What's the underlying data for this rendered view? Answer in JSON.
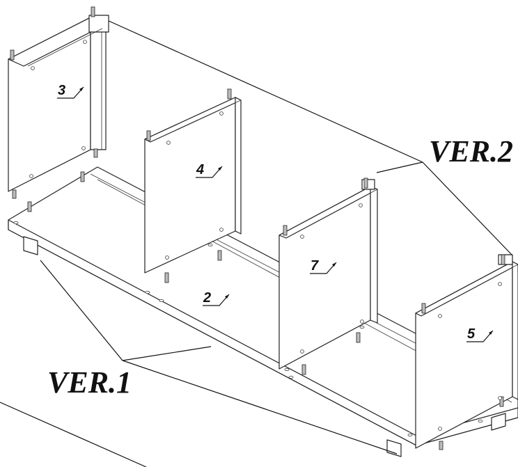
{
  "labels": {
    "part_3": "3",
    "part_4": "4",
    "part_7": "7",
    "part_2": "2",
    "part_5": "5",
    "version_1": "VER.1",
    "version_2": "VER.2"
  }
}
